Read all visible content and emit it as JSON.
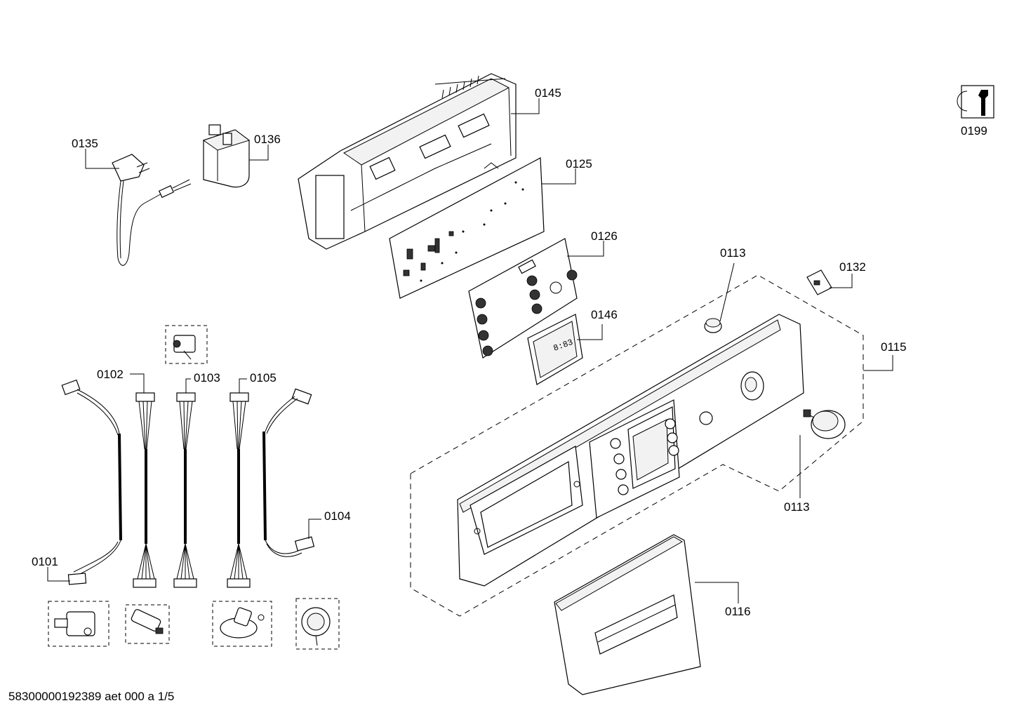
{
  "parts": [
    {
      "id": "p0145",
      "label": "0145"
    },
    {
      "id": "p0135",
      "label": "0135"
    },
    {
      "id": "p0136",
      "label": "0136"
    },
    {
      "id": "p0125",
      "label": "0125"
    },
    {
      "id": "p0126",
      "label": "0126"
    },
    {
      "id": "p0113a",
      "label": "0113"
    },
    {
      "id": "p0132",
      "label": "0132"
    },
    {
      "id": "p0146",
      "label": "0146"
    },
    {
      "id": "p0115",
      "label": "0115"
    },
    {
      "id": "p0113b",
      "label": "0113"
    },
    {
      "id": "p0102",
      "label": "0102"
    },
    {
      "id": "p0103",
      "label": "0103"
    },
    {
      "id": "p0105",
      "label": "0105"
    },
    {
      "id": "p0104",
      "label": "0104"
    },
    {
      "id": "p0101",
      "label": "0101"
    },
    {
      "id": "p0116",
      "label": "0116"
    },
    {
      "id": "p0199",
      "label": "0199"
    }
  ],
  "display_digits": "8:83",
  "footer": "58300000192389 aet 000 a 1/5",
  "icons": {
    "service": "wrench-service-icon"
  }
}
